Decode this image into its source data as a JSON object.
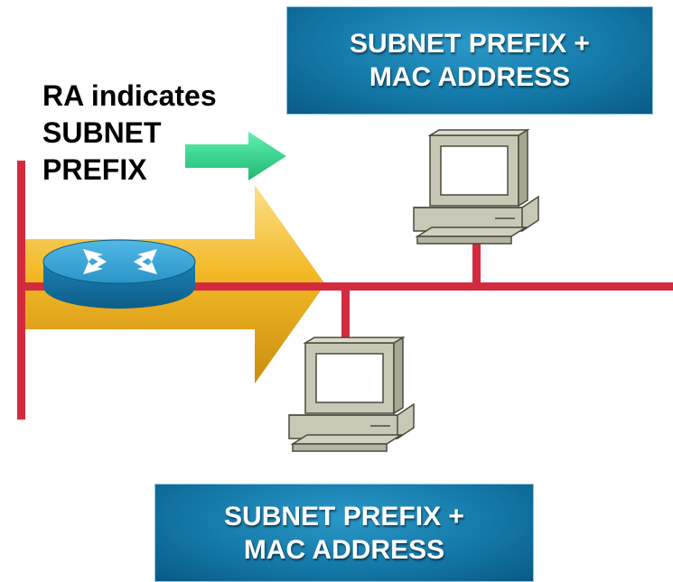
{
  "ra_label": {
    "line1": "RA indicates",
    "line2": "SUBNET",
    "line3": "PREFIX"
  },
  "address_box_top": {
    "line1": "SUBNET PREFIX +",
    "line2": "MAC ADDRESS"
  },
  "address_box_bottom": {
    "line1": "SUBNET PREFIX +",
    "line2": "MAC ADDRESS"
  },
  "colors": {
    "network_line": "#d42a3e",
    "arrow_gold": "#f0b020",
    "green_arrow": "#33d98a",
    "router_blue": "#1e8fc0",
    "box_blue": "#1479a8"
  },
  "icons": [
    "router-icon",
    "computer-icon-top",
    "computer-icon-bottom"
  ]
}
